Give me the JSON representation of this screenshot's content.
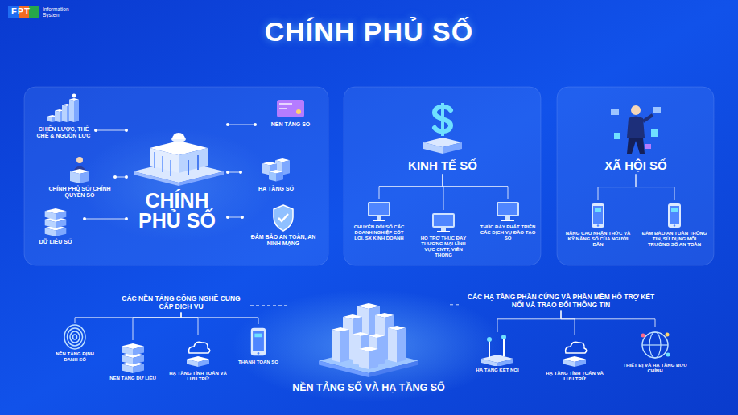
{
  "diagram": {
    "title": "CHÍNH PHỦ SỐ",
    "nodes": [
      {
        "text": [
          "CHÍNH PHỦ SỐ"
        ]
      },
      {
        "text": [
          "CHIẾN LƯỢC, THỂ CHẾ & NGUỒN LỰC"
        ]
      },
      {
        "text": [
          "CHÍNH PHỦ SỐ/ CHÍNH QUYỀN SỐ"
        ]
      },
      {
        "text": [
          "DỮ LIỆU SỐ"
        ]
      },
      {
        "text": [
          "NỀN TẢNG SỐ"
        ]
      },
      {
        "text": [
          "HẠ TẦNG SỐ"
        ]
      },
      {
        "text": [
          "ĐẢM BẢO AN TOÀN, AN NINH MẠNG"
        ]
      },
      {
        "text": [
          "KINH TẾ SỐ"
        ]
      },
      {
        "text": [
          "CHUYỂN ĐỔI SỐ CÁC DOANH NGHIỆP CỐT LÕI, SX KINH DOANH"
        ]
      },
      {
        "text": [
          "HỖ TRỢ THÚC ĐẨY THƯƠNG MẠI LĨNH VỰC CNTT, VIỄN THÔNG"
        ]
      },
      {
        "text": [
          "THÚC ĐẨY PHÁT TRIỂN CÁC DỊCH VỤ ĐÀO TẠO SỐ"
        ]
      },
      {
        "text": [
          "XÃ HỘI SỐ"
        ]
      },
      {
        "text": [
          "NÂNG CAO NHẬN THỨC VÀ KỸ NĂNG SỐ CỦA NGƯỜI DÂN"
        ]
      },
      {
        "text": [
          "ĐẢM BẢO AN TOÀN THÔNG TIN, SỬ DỤNG MÔI TRƯỜNG SỐ AN TOÀN"
        ]
      },
      {
        "text": [
          "NỀN TẢNG SỐ VÀ HẠ TẦNG SỐ"
        ]
      },
      {
        "text": [
          "CÁC NỀN TẢNG CÔNG NGHỆ CUNG CẤP DỊCH VỤ"
        ]
      },
      {
        "text": [
          "NỀN TẢNG ĐỊNH DANH SỐ"
        ]
      },
      {
        "text": [
          "NỀN TẢNG DỮ LIỆU"
        ]
      },
      {
        "text": [
          "HẠ TẦNG TÍNH TOÁN VÀ LƯU TRỮ"
        ]
      },
      {
        "text": [
          "THANH TOÁN SỐ"
        ]
      },
      {
        "text": [
          "CÁC HẠ TẦNG PHẦN CỨNG VÀ PHẦN MỀM HỖ TRỢ KẾT NỐI VÀ TRAO ĐỔI THÔNG TIN"
        ]
      },
      {
        "text": [
          "HẠ TẦNG KẾT NỐI"
        ]
      },
      {
        "text": [
          "HẠ TẦNG TÍNH TOÁN VÀ LƯU TRỮ"
        ]
      },
      {
        "text": [
          "THIẾT BỊ VÀ HẠ TẦNG BƯU CHÍNH"
        ]
      }
    ],
    "edges": [
      {
        "from": 0,
        "to": 1,
        "arrow": "none"
      },
      {
        "from": 0,
        "to": 2,
        "arrow": "none"
      },
      {
        "from": 0,
        "to": 3,
        "arrow": "none"
      },
      {
        "from": 0,
        "to": 4,
        "arrow": "none"
      },
      {
        "from": 0,
        "to": 5,
        "arrow": "none"
      },
      {
        "from": 0,
        "to": 6,
        "arrow": "none"
      },
      {
        "from": 7,
        "to": 8,
        "arrow": "none"
      },
      {
        "from": 7,
        "to": 9,
        "arrow": "none"
      },
      {
        "from": 7,
        "to": 10,
        "arrow": "none"
      },
      {
        "from": 11,
        "to": 12,
        "arrow": "none"
      },
      {
        "from": 11,
        "to": 13,
        "arrow": "none"
      },
      {
        "from": 14,
        "to": 15,
        "arrow": "none"
      },
      {
        "from": 14,
        "to": 20,
        "arrow": "none"
      },
      {
        "from": 15,
        "to": 16,
        "arrow": "none"
      },
      {
        "from": 15,
        "to": 17,
        "arrow": "none"
      },
      {
        "from": 15,
        "to": 18,
        "arrow": "none"
      },
      {
        "from": 15,
        "to": 19,
        "arrow": "none"
      },
      {
        "from": 20,
        "to": 21,
        "arrow": "none"
      },
      {
        "from": 20,
        "to": 22,
        "arrow": "none"
      },
      {
        "from": 20,
        "to": 23,
        "arrow": "none"
      }
    ],
    "labels": [
      "FPT",
      "Information System"
    ]
  }
}
